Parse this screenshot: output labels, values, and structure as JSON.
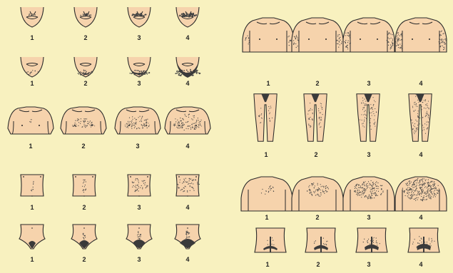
{
  "scale_labels": [
    "1",
    "2",
    "3",
    "4"
  ],
  "colors": {
    "background": "#f8f1bf",
    "skin": "#f6d3ac",
    "outline": "#2a2a2a",
    "hair": "#3a3a3a"
  },
  "regions": [
    {
      "region": "upper-lip"
    },
    {
      "region": "chin"
    },
    {
      "region": "chest"
    },
    {
      "region": "upper-abdomen"
    },
    {
      "region": "lower-abdomen"
    },
    {
      "region": "upper-arm"
    },
    {
      "region": "thigh"
    },
    {
      "region": "upper-back"
    },
    {
      "region": "lower-back"
    }
  ]
}
